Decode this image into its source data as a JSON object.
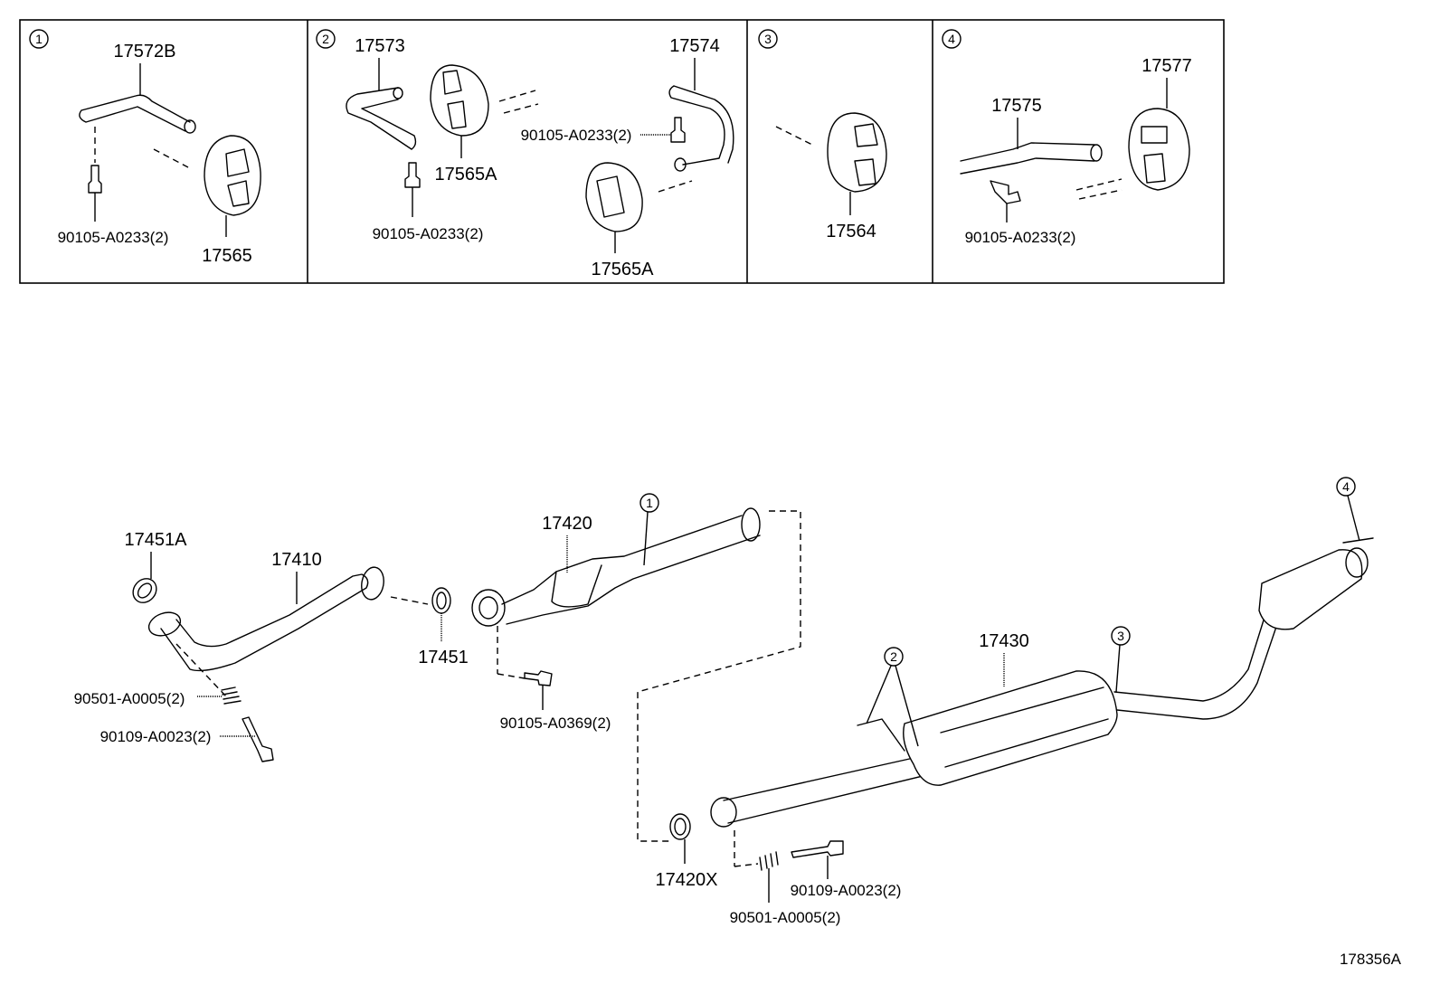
{
  "diagram_id": "178356A",
  "insets": [
    {
      "ref": "1",
      "labels": [
        "17572B",
        "90105-A0233(2)",
        "17565"
      ]
    },
    {
      "ref": "2",
      "labels": [
        "17573",
        "17574",
        "90105-A0233(2)",
        "17565A",
        "90105-A0233(2)",
        "17565A"
      ]
    },
    {
      "ref": "3",
      "labels": [
        "17564"
      ]
    },
    {
      "ref": "4",
      "labels": [
        "17577",
        "17575",
        "90105-A0233(2)"
      ]
    }
  ],
  "main": {
    "labels": {
      "gasket_front": "17451A",
      "front_pipe": "17410",
      "gasket": "17451",
      "converter_pipe": "17420",
      "spring": "90501-A0005(2)",
      "bolt": "90109-A0023(2)",
      "converter_bolt": "90105-A0369(2)",
      "muffler": "17430",
      "gasket_rear": "17420X",
      "bolt_rear": "90109-A0023(2)",
      "spring_rear": "90501-A0005(2)"
    },
    "callouts": [
      "1",
      "2",
      "3",
      "4"
    ]
  }
}
